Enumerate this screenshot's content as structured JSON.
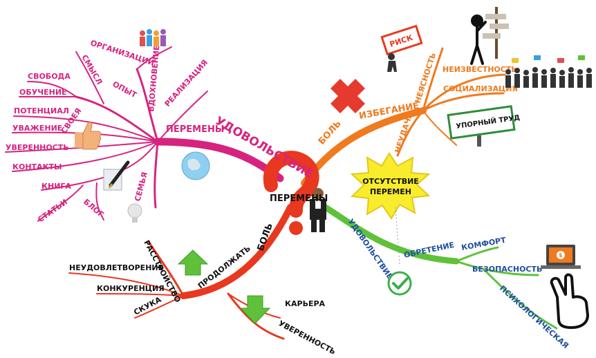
{
  "center": {
    "label": "ПЕРЕМЕНЫ"
  },
  "colors": {
    "pink": "#d6237f",
    "orange": "#f07a1e",
    "green": "#5fc13a",
    "red": "#e8381f",
    "blue": "#1f4fa3"
  },
  "pink_branch": {
    "label": "УДОВОЛЬСТВИЕ",
    "sub_label": "ПЕРЕМЕНЫ",
    "opyt": "ОПЫТ",
    "smysl": "СМЫСЛ",
    "svoboda": "СВОБОДА",
    "obuchenie": "ОБУЧЕНИЕ",
    "potencial": "ПОТЕНЦИАЛ",
    "uvazhenie": "УВАЖЕНИЕ",
    "svoeya": "СВОЕЯ",
    "uverennost": "УВЕРЕННОСТЬ",
    "kontakty": "КОНТАКТЫ",
    "vdohnovenie": "ВДОХНОВЕНИЕ",
    "organizacii": "ОРГАНИЗАЦИИ",
    "realizaciya": "РЕАЛИЗАЦИЯ",
    "semya": "СЕМЬЯ",
    "kniga": "КНИГА",
    "stati": "СТАТЬИ",
    "blog": "БЛОГ"
  },
  "orange_branch": {
    "label": "БОЛЬ",
    "izbeganie": "ИЗБЕГАНИЕ",
    "neyasnost": "НЕЯСНОСТЬ",
    "neizvestnost": "НЕИЗВЕСТНОСТЬ",
    "socializaciya": "СОЦИАЛИЗАЦИЯ",
    "neudacha": "НЕУДАЧА",
    "upornyy_trud": "УПОРНЫЙ ТРУД",
    "risk": "РИСК"
  },
  "green_branch": {
    "label": "УДОВОЛЬСТВИЕ",
    "obretenie": "ОБРЕТЕНИЕ",
    "komfort": "КОМФОРТ",
    "bezopasnost": "БЕЗОПАСНОСТЬ",
    "psihologicheskaya": "ПСИХОЛОГИЧЕСКАЯ"
  },
  "red_branch": {
    "label": "БОЛЬ",
    "prodolzhat": "ПРОДОЛЖАТЬ",
    "rasstroystvo": "РАССТРОЙСТВО",
    "neudovletvorenie": "НЕУДОВЛЕТВОРЕНИЕ",
    "konkurenciya": "КОНКУРЕНЦИЯ",
    "skuka": "СКУКА",
    "karera": "КАРЬЕРА",
    "uverennost": "УВЕРЕННОСТЬ"
  },
  "starburst": {
    "line1": "ОТСУТСТВИЕ",
    "line2": "ПЕРЕМЕН"
  },
  "icons": [
    "question-mark-icon",
    "businessman-icon",
    "red-cross-icon",
    "checkmark-icon",
    "arrow-up-icon",
    "arrow-down-icon",
    "thumbs-up-icon",
    "pen-icon",
    "globe-icon",
    "people-group-icon",
    "crowd-icon",
    "stick-figure-icon",
    "signpost-icon",
    "risk-carrier-icon",
    "laptop-money-icon",
    "victory-hand-icon",
    "lightbulb-icon"
  ]
}
